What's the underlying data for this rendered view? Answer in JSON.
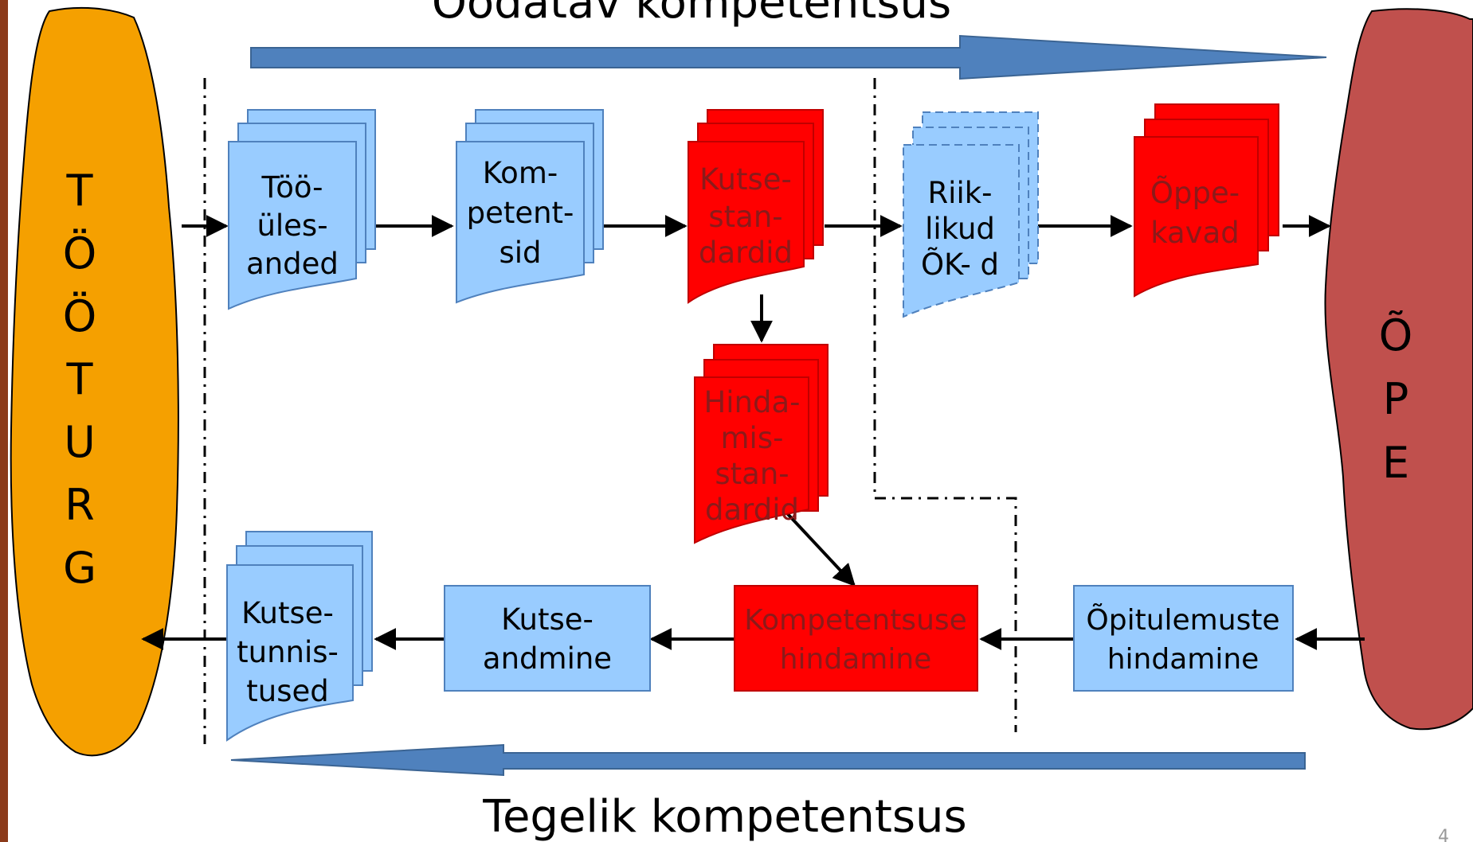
{
  "title_top": "Oodatav kompetentsus",
  "title_bottom": "Tegelik kompetentsus",
  "slide_number": "4",
  "left_blob": {
    "letters": [
      "T",
      "Ö",
      "Ö",
      "T",
      "U",
      "R",
      "G"
    ],
    "color": "#F5A000"
  },
  "right_blob": {
    "letters": [
      "Õ",
      "P",
      "E"
    ],
    "color": "#C0504D"
  },
  "top_row": [
    {
      "lines": [
        "Töö-",
        "üles-",
        "anded"
      ],
      "color": "#99CCFF"
    },
    {
      "lines": [
        "Kom-",
        "petent-",
        "sid"
      ],
      "color": "#99CCFF"
    },
    {
      "lines": [
        "Kutse-",
        "stan-",
        "dardid"
      ],
      "color": "#FF0000"
    },
    {
      "lines": [
        "Riik-",
        "likud",
        "ÕK- d"
      ],
      "color": "#99CCFF",
      "dashed": true
    },
    {
      "lines": [
        "Õppe-",
        "kavad"
      ],
      "color": "#FF0000"
    }
  ],
  "middle": {
    "lines": [
      "Hinda-",
      "mis-",
      "stan-",
      "dardid"
    ],
    "color": "#FF0000"
  },
  "bottom_row": [
    {
      "lines": [
        "Kutse-",
        "tunnis-",
        "tused"
      ],
      "color": "#99CCFF",
      "kind": "doc"
    },
    {
      "lines": [
        "Kutse-",
        "andmine"
      ],
      "color": "#99CCFF",
      "kind": "box"
    },
    {
      "lines": [
        "Kompetentsuse",
        "hindamine"
      ],
      "color": "#FF0000",
      "kind": "box"
    },
    {
      "lines": [
        "Õpitulemuste",
        "hindamine"
      ],
      "color": "#99CCFF",
      "kind": "box"
    }
  ],
  "colors": {
    "arrow_blue": "#4F81BD",
    "slide_border": "#8B3A1A"
  }
}
